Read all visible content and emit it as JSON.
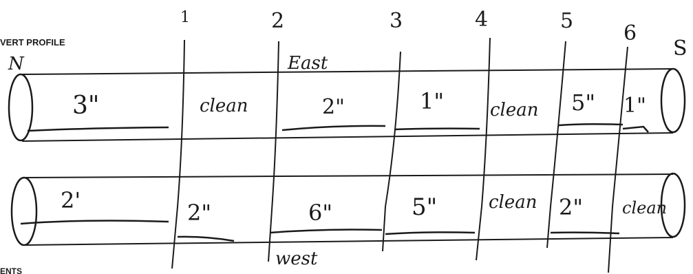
{
  "header": {
    "profile_label": "VERT PROFILE",
    "north_marker": "N",
    "bottom_label": "ENTS",
    "end_marker": "S"
  },
  "section_numbers": [
    "1",
    "2",
    "3",
    "4",
    "5",
    "6"
  ],
  "east_pipe": {
    "label": "East",
    "segments": [
      "3\"",
      "clean",
      "2\"",
      "1\"",
      "clean",
      "5\"",
      "1\""
    ]
  },
  "west_pipe": {
    "label": "west",
    "segments": [
      "2'",
      "2\"",
      "6\"",
      "5\"",
      "clean",
      "2\"",
      "clean"
    ]
  },
  "colors": {
    "ink": "#1a1a1a",
    "paper": "#ffffff"
  }
}
